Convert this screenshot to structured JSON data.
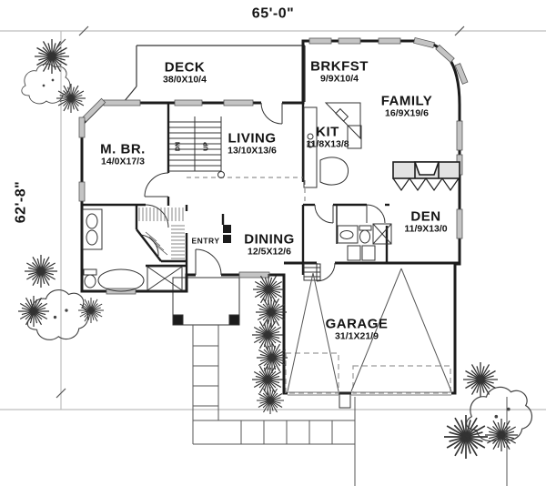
{
  "title": "Single-level house floor plan",
  "dimensions": {
    "top": "65'-0\"",
    "left": "62'-8\""
  },
  "rooms": [
    {
      "name": "DECK",
      "size": "38/0X10/4"
    },
    {
      "name": "BRKFST",
      "size": "9/9X10/4"
    },
    {
      "name": "FAMILY",
      "size": "16/9X19/6"
    },
    {
      "name": "M. BR.",
      "size": "14/0X17/3"
    },
    {
      "name": "LIVING",
      "size": "13/10X13/6"
    },
    {
      "name": "KIT",
      "size": "11/8X13/8"
    },
    {
      "name": "DEN",
      "size": "11/9X13/0"
    },
    {
      "name": "DINING",
      "size": "12/5X12/6"
    },
    {
      "name": "GARAGE",
      "size": "31/1X21/9"
    }
  ],
  "labels": {
    "entry": "ENTRY",
    "stairs_down": "DN",
    "stairs_up": "UP"
  },
  "colors": {
    "wall": "#1c1c1c",
    "window_fill": "#c4c4c4",
    "dim_line": "#bdbdbd",
    "paper": "#ffffff"
  }
}
